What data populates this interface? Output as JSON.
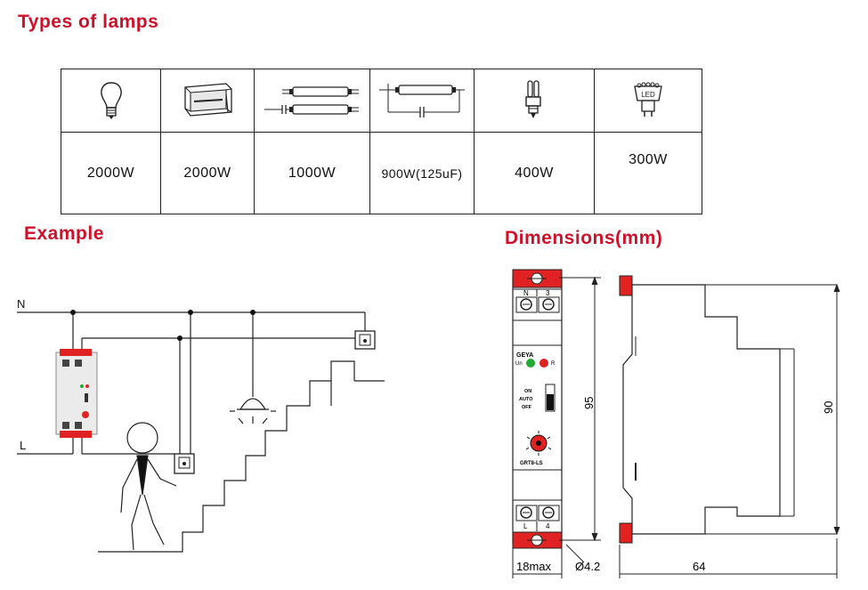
{
  "sections": {
    "lamps_title": "Types of lamps",
    "example_title": "Example",
    "dimensions_title": "Dimensions(mm)"
  },
  "lamps": [
    {
      "icon": "incandescent-bulb-icon",
      "power": "2000W"
    },
    {
      "icon": "halogen-floodlight-icon",
      "power": "2000W"
    },
    {
      "icon": "fluorescent-tubes-icon",
      "power": "1000W"
    },
    {
      "icon": "fluorescent-tube-capacitor-icon",
      "power": "900W(125uF)"
    },
    {
      "icon": "compact-fluorescent-icon",
      "power": "400W"
    },
    {
      "icon": "led-lamp-icon",
      "power": "300W"
    }
  ],
  "example": {
    "line_n": "N",
    "line_l": "L"
  },
  "device": {
    "terminals_top": [
      "N",
      "3"
    ],
    "terminals_bottom": [
      "L",
      "4"
    ],
    "brand": "GEYA",
    "indicators": [
      "Un",
      "R"
    ],
    "switch_positions": [
      "ON",
      "AUTO",
      "OFF"
    ],
    "model": "GRT8-LS"
  },
  "dimensions": {
    "height": "95",
    "width": "18max",
    "hole": "Ø4.2",
    "depth": "64",
    "profile_height": "90"
  },
  "colors": {
    "heading": "#d0102a",
    "device_red": "#e02222",
    "led_green": "#22aa33",
    "led_red": "#dd2222"
  }
}
